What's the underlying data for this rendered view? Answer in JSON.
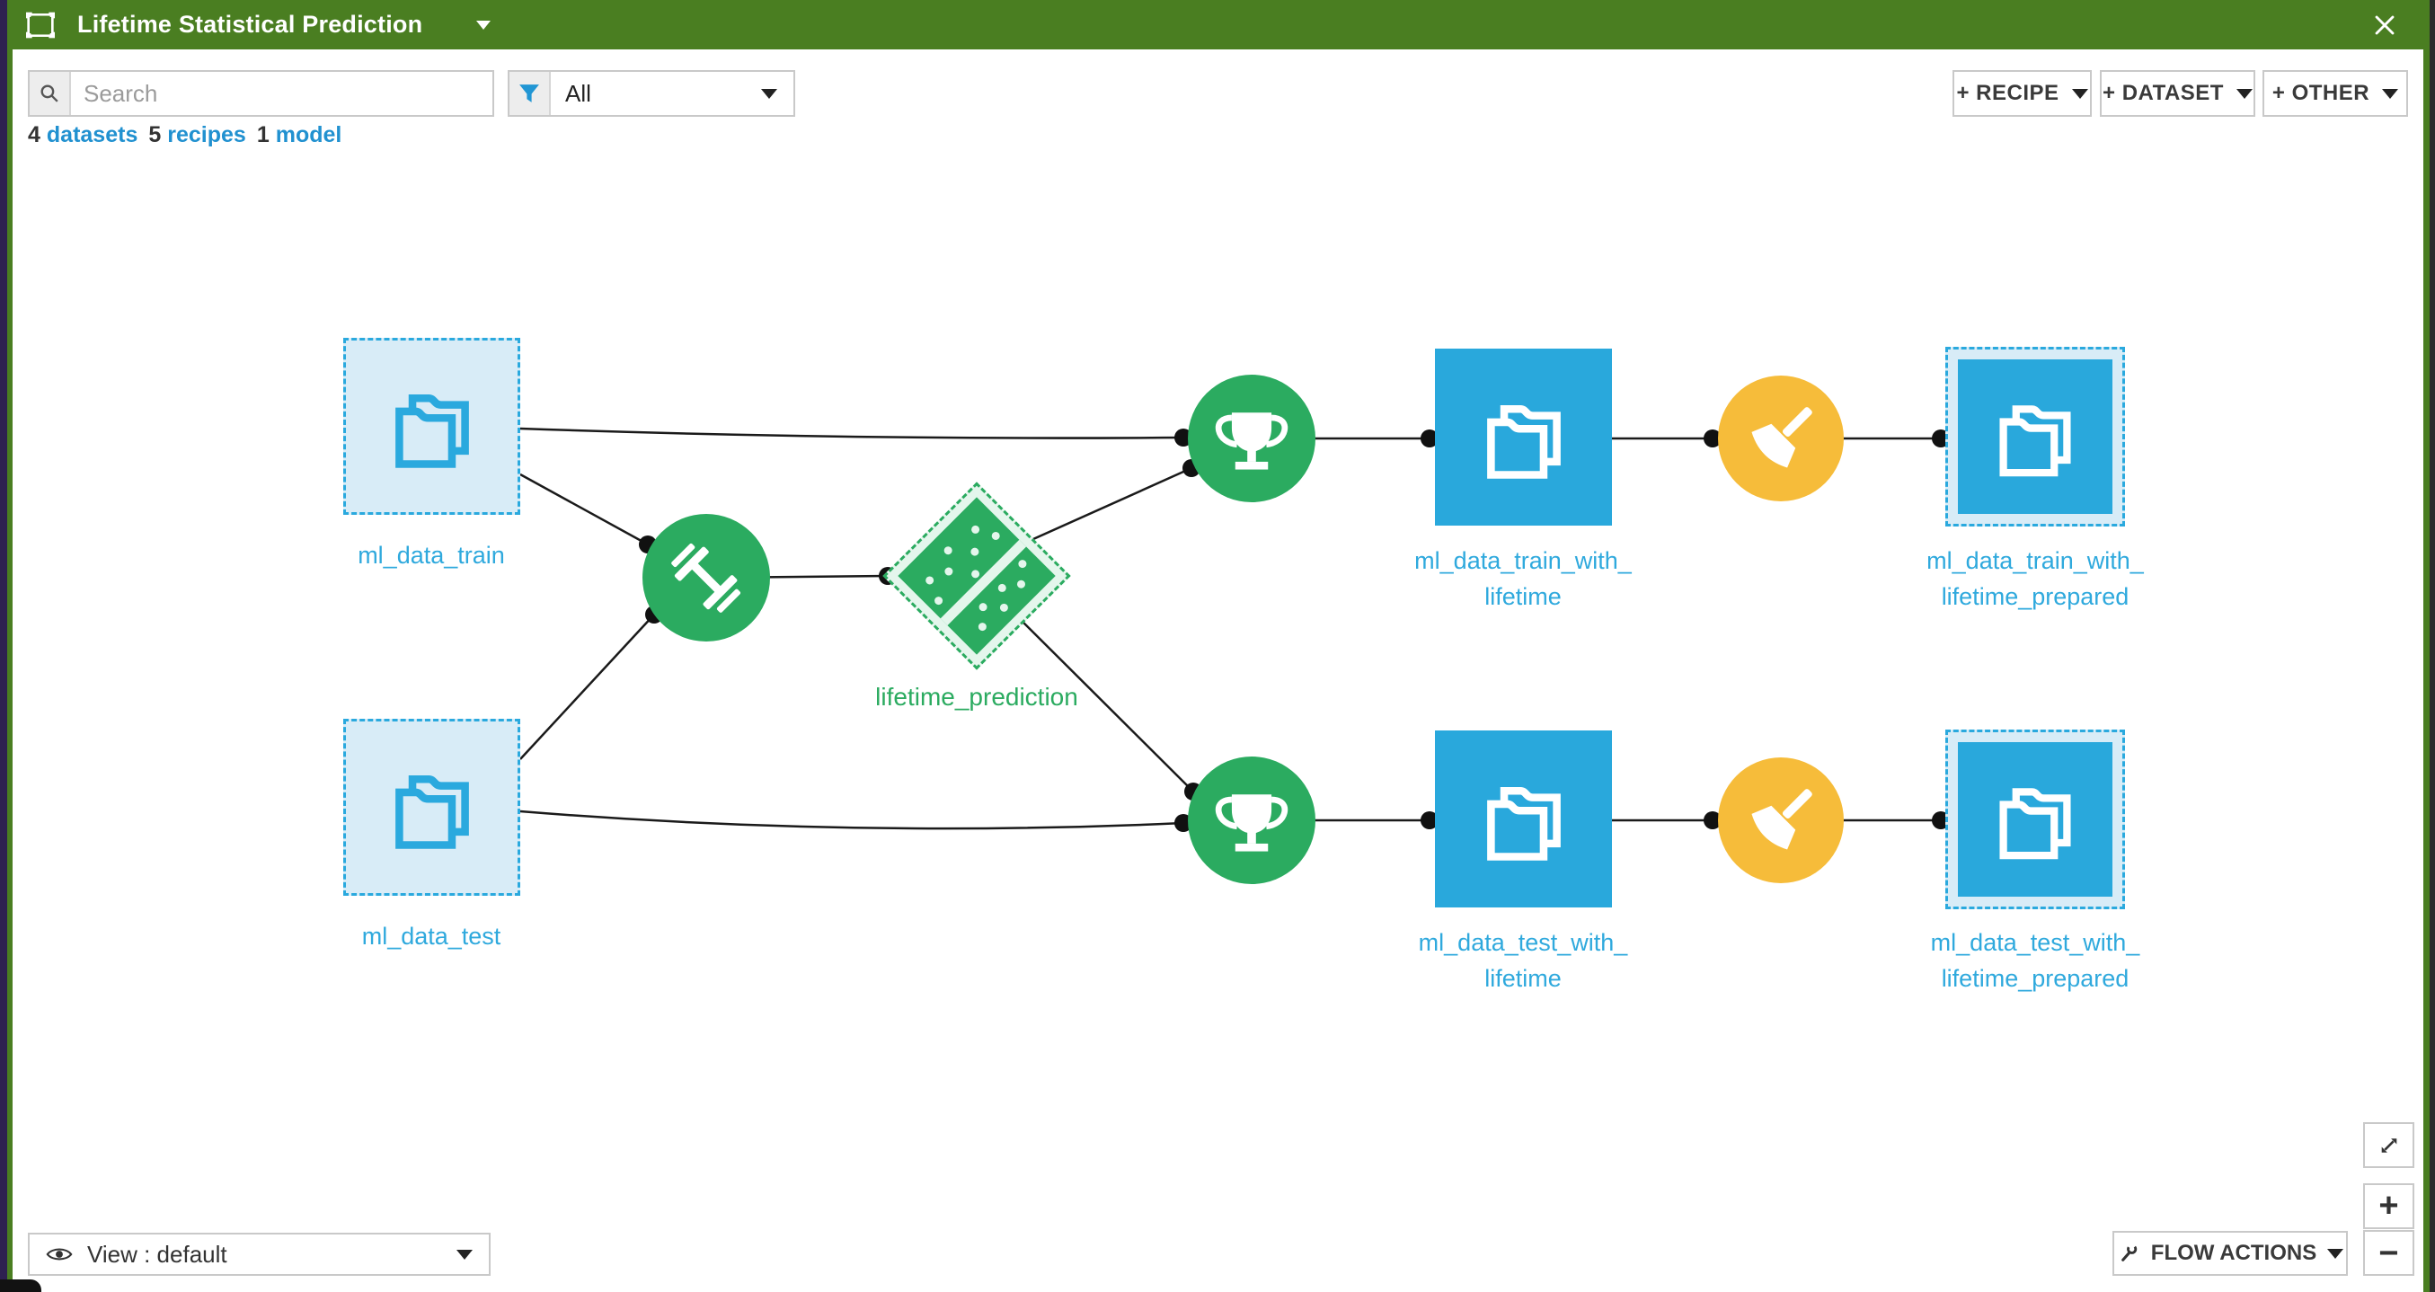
{
  "window": {
    "title": "Lifetime Statistical Prediction"
  },
  "toolbar": {
    "search_placeholder": "Search",
    "filter_value": "All",
    "add_buttons": [
      {
        "label": "+ RECIPE"
      },
      {
        "label": "+ DATASET"
      },
      {
        "label": "+ OTHER"
      }
    ]
  },
  "summary": {
    "items": [
      {
        "count": "4",
        "label": "datasets"
      },
      {
        "count": "5",
        "label": "recipes"
      },
      {
        "count": "1",
        "label": "model"
      }
    ]
  },
  "flow": {
    "datasets": [
      {
        "label": "ml_data_train"
      },
      {
        "label": "ml_data_test"
      },
      {
        "label_line1": "ml_data_train_with_",
        "label_line2": "lifetime"
      },
      {
        "label_line1": "ml_data_test_with_",
        "label_line2": "lifetime"
      },
      {
        "label_line1": "ml_data_train_with_",
        "label_line2": "lifetime_prepared"
      },
      {
        "label_line1": "ml_data_test_with_",
        "label_line2": "lifetime_prepared"
      }
    ],
    "model": {
      "label": "lifetime_prediction"
    },
    "recipes": [
      {
        "type": "train"
      },
      {
        "type": "score"
      },
      {
        "type": "score"
      },
      {
        "type": "prepare"
      },
      {
        "type": "prepare"
      }
    ]
  },
  "footer": {
    "view": "View : default",
    "flow_actions": "FLOW ACTIONS",
    "zoom_in": "+",
    "zoom_out": "−"
  },
  "colors": {
    "header_green": "#4a7e21",
    "recipe_green": "#2bab60",
    "recipe_yellow": "#f6bc3a",
    "dataset_blue": "#29a8dc",
    "dataset_light": "#d8ecf7",
    "link_blue": "#2191d0"
  }
}
